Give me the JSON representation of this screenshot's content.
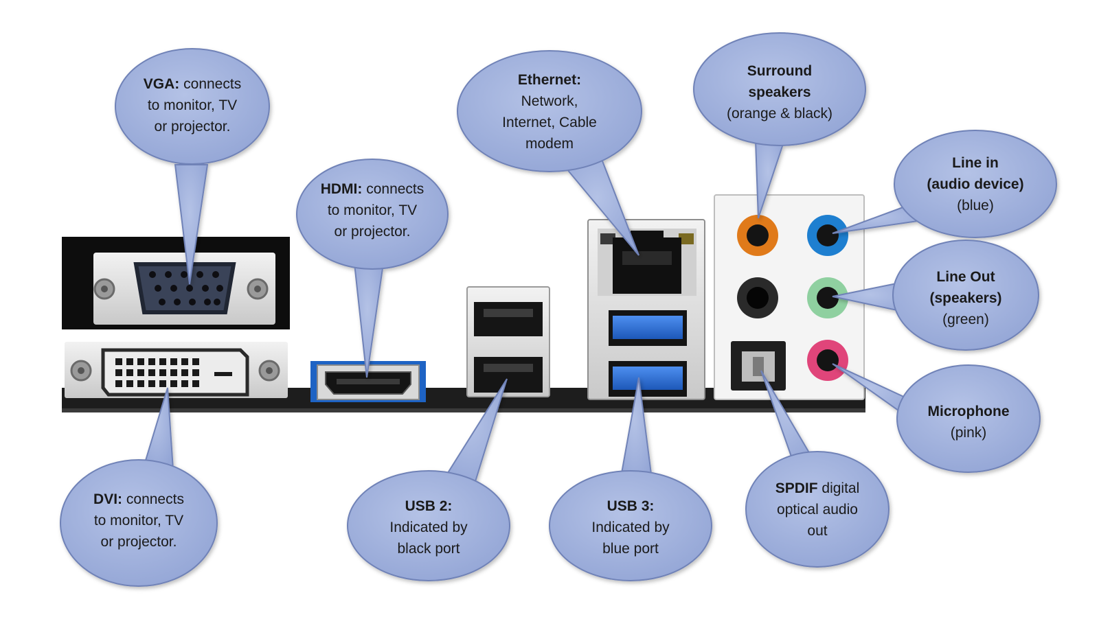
{
  "colors": {
    "bubble_fill": "#a2b2dd",
    "bubble_stroke": "#6f82b7",
    "background": "#ffffff",
    "usb3_blue": "#2a6fd6",
    "audio_orange": "#e07a1a",
    "audio_blue": "#1e7fd0",
    "audio_green": "#8fd0a0",
    "audio_pink": "#e0457a"
  },
  "ports": [
    "vga",
    "dvi",
    "hdmi",
    "usb2",
    "ethernet",
    "usb3",
    "audio-surround",
    "audio-line-in",
    "audio-line-out",
    "audio-microphone",
    "spdif"
  ],
  "callouts": {
    "vga": {
      "title": "VGA:",
      "lines": [
        "connects",
        "to monitor, TV",
        "or projector."
      ]
    },
    "hdmi": {
      "title": "HDMI:",
      "lines": [
        "connects",
        "to monitor, TV",
        "or projector."
      ]
    },
    "ethernet": {
      "title": "Ethernet:",
      "lines": [
        "Network,",
        "Internet, Cable",
        "modem"
      ]
    },
    "surround": {
      "title_lines": [
        "Surround",
        "speakers"
      ],
      "lines": [
        "(orange & black)"
      ]
    },
    "line_in": {
      "title_lines": [
        "Line in",
        "(audio device)"
      ],
      "lines": [
        "(blue)"
      ]
    },
    "line_out": {
      "title_lines": [
        "Line Out",
        "(speakers)"
      ],
      "lines": [
        "(green)"
      ]
    },
    "microphone": {
      "title_lines": [
        "Microphone"
      ],
      "lines": [
        "(pink)"
      ]
    },
    "dvi": {
      "title": "DVI:",
      "lines": [
        "connects",
        "to monitor, TV",
        "or projector."
      ]
    },
    "usb2": {
      "title_lines": [
        "USB 2:"
      ],
      "lines": [
        "Indicated by",
        "black port"
      ]
    },
    "usb3": {
      "title_lines": [
        "USB 3:"
      ],
      "lines": [
        "Indicated by",
        "blue port"
      ]
    },
    "spdif": {
      "title": "SPDIF",
      "lines": [
        "digital",
        "optical audio",
        "out"
      ]
    }
  }
}
